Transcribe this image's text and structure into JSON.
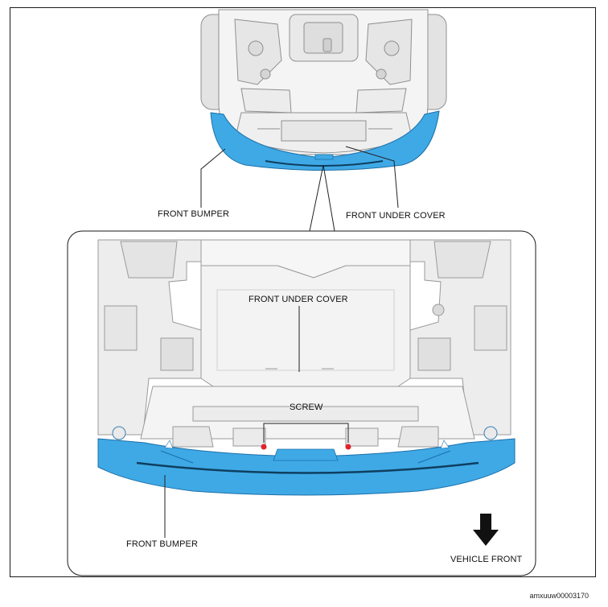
{
  "labels": {
    "top_front_bumper": "FRONT BUMPER",
    "top_front_under_cover": "FRONT UNDER COVER",
    "detail_front_under_cover": "FRONT UNDER COVER",
    "detail_screw": "SCREW",
    "detail_front_bumper": "FRONT BUMPER",
    "vehicle_front": "VEHICLE FRONT"
  },
  "figure_id": "amxuuw00003170",
  "colors": {
    "highlight_blue": "#3fa9e6",
    "highlight_dark": "#1b6fa8",
    "screw_red": "#e0242c",
    "line": "#222222",
    "part_gray": "#c8c8c8"
  },
  "icons": {
    "direction": "arrow-down-icon"
  }
}
